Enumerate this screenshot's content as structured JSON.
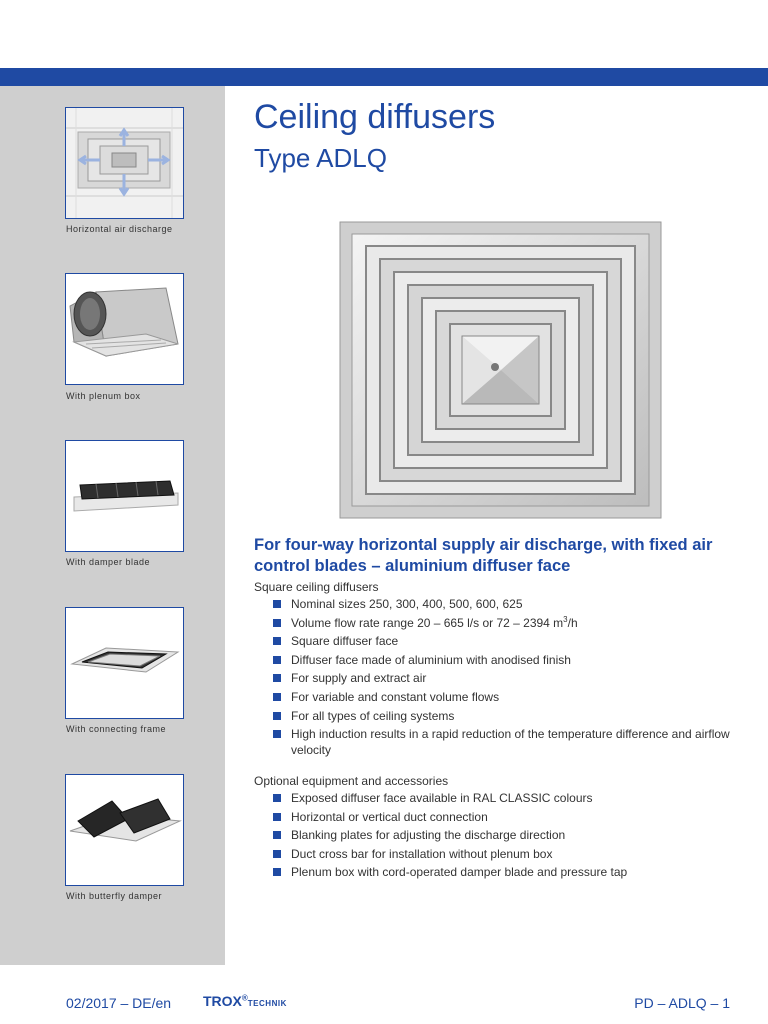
{
  "header": {
    "title": "Ceiling diffusers",
    "subtitle": "Type ADLQ"
  },
  "sidebar": {
    "items": [
      {
        "caption": "Horizontal air discharge",
        "icon": "ceiling-discharge-image"
      },
      {
        "caption": "With plenum box",
        "icon": "plenum-box-image"
      },
      {
        "caption": "With damper blade",
        "icon": "damper-blade-image"
      },
      {
        "caption": "With connecting frame",
        "icon": "connecting-frame-image"
      },
      {
        "caption": "With butterfly damper",
        "icon": "butterfly-damper-image"
      }
    ]
  },
  "headline": "For four-way horizontal supply air discharge, with fixed air control blades – aluminium diffuser face",
  "features": {
    "intro": "Square ceiling diffusers",
    "items": [
      "Nominal sizes 250, 300, 400, 500, 600, 625",
      "Volume flow rate range 20 – 665 l/s or 72 – 2394 m",
      "Square diffuser face",
      "Diffuser face made of aluminium with anodised finish",
      "For supply and extract air",
      "For variable and constant volume flows",
      "For all types of ceiling systems",
      "High induction results in a rapid reduction of the temperature difference and airflow velocity"
    ],
    "volume_sup": "3",
    "volume_suffix": "/h"
  },
  "options": {
    "intro": "Optional equipment and accessories",
    "items": [
      "Exposed diffuser face available in RAL CLASSIC colours",
      "Horizontal or vertical duct connection",
      "Blanking plates for adjusting the discharge direction",
      "Duct cross bar for installation without plenum box",
      "Plenum box with cord-operated damper blade and pressure tap"
    ]
  },
  "footer": {
    "left": "02/2017 – DE/en",
    "logo_main": "TROX",
    "logo_mark": "®",
    "logo_sub": "TECHNIK",
    "right": "PD – ADLQ – 1"
  },
  "colors": {
    "brand_blue": "#1f4aa3",
    "sidebar_gray": "#cfcfcf"
  }
}
